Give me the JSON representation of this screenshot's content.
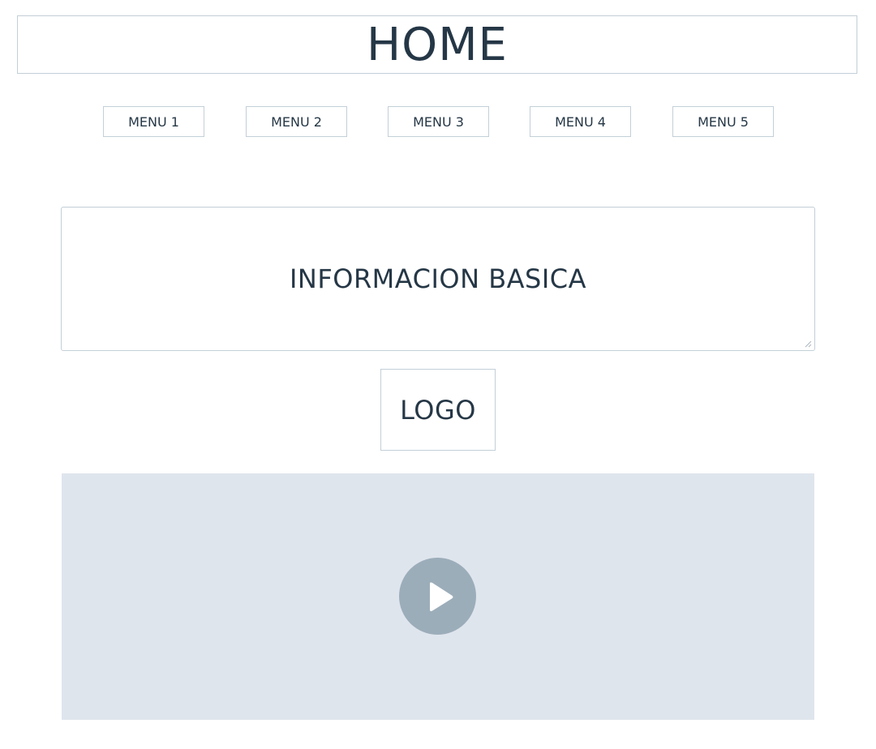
{
  "header": {
    "title": "HOME"
  },
  "menu": {
    "items": [
      {
        "label": "MENU 1"
      },
      {
        "label": "MENU 2"
      },
      {
        "label": "MENU 3"
      },
      {
        "label": "MENU 4"
      },
      {
        "label": "MENU 5"
      }
    ]
  },
  "info": {
    "text": "INFORMACION BASICA"
  },
  "logo": {
    "text": "LOGO"
  },
  "video": {
    "icon": "play-icon"
  },
  "colors": {
    "text": "#253746",
    "border": "#c3cfd8",
    "video_bg": "#dfe5ed",
    "play_bg": "#9cadba"
  }
}
